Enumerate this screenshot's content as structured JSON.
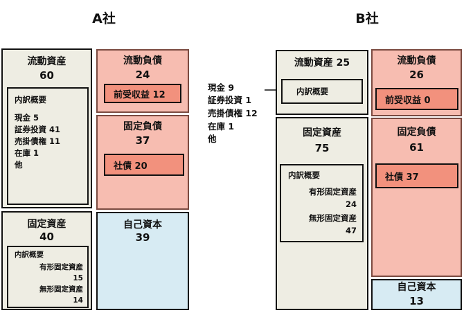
{
  "titles": {
    "a": "A社",
    "b": "B社"
  },
  "a": {
    "current_assets": {
      "label": "流動資産",
      "value": "60"
    },
    "current_breakdown": {
      "title": "内訳概要",
      "items": [
        "現金 5",
        "証券投資 41",
        "売掛債権 11",
        "在庫 1",
        "他"
      ]
    },
    "fixed_assets": {
      "label": "固定資産",
      "value": "40"
    },
    "fixed_breakdown": {
      "title": "内訳概要",
      "tangible_label": "有形固定資産",
      "tangible_value": "15",
      "intangible_label": "無形固定資産",
      "intangible_value": "14"
    },
    "current_liabilities": {
      "label": "流動負債",
      "value": "24"
    },
    "deferred_revenue": "前受収益 12",
    "fixed_liabilities": {
      "label": "固定負債",
      "value": "37"
    },
    "bonds": "社債 20",
    "equity": {
      "label": "自己資本",
      "value": "39"
    }
  },
  "b": {
    "current_assets": {
      "label": "流動資産 25"
    },
    "current_breakdown_label": "内訳概要",
    "callout_items": [
      "現金 9",
      "証券投資 1",
      "売掛債権 12",
      "在庫 1",
      "他"
    ],
    "fixed_assets": {
      "label": "固定資産",
      "value": "75"
    },
    "fixed_breakdown": {
      "title": "内訳概要",
      "tangible_label": "有形固定資産",
      "tangible_value": "24",
      "intangible_label": "無形固定資産",
      "intangible_value": "47"
    },
    "current_liabilities": {
      "label": "流動負債",
      "value": "26"
    },
    "deferred_revenue": "前受収益 0",
    "fixed_liabilities": {
      "label": "固定負債",
      "value": "61"
    },
    "bonds": "社債 37",
    "equity": {
      "label": "自己資本",
      "value": "13"
    }
  },
  "colors": {
    "asset": "#eeede3",
    "liability_light": "#f7bdb1",
    "liability_dark": "#f2917d",
    "equity": "#d7ebf3"
  }
}
